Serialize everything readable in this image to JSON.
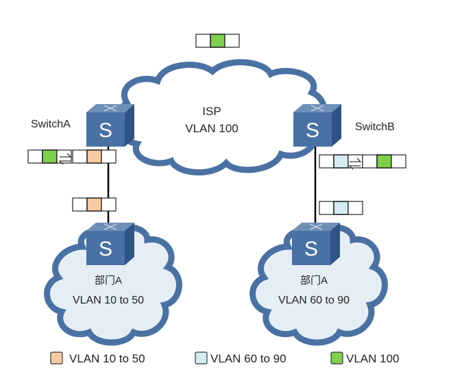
{
  "isp_cloud": {
    "title": "ISP",
    "vlan": "VLAN 100"
  },
  "switches": {
    "a": {
      "label": "SwitchA",
      "glyph": "S"
    },
    "b": {
      "label": "SwitchB",
      "glyph": "S"
    },
    "dept_left": {
      "glyph": "S"
    },
    "dept_right": {
      "glyph": "S"
    }
  },
  "departments": {
    "left": {
      "name": "部门A",
      "vlan": "VLAN 10 to 50"
    },
    "right": {
      "name": "部门A",
      "vlan": "VLAN 60 to 90"
    }
  },
  "legend": [
    {
      "label": "VLAN 10 to 50",
      "color": "#f9c9a0"
    },
    {
      "label": "VLAN 60 to 90",
      "color": "#d4ecf2"
    },
    {
      "label": "VLAN 100",
      "color": "#7ed14b"
    }
  ],
  "colors": {
    "switch_top": "#6e8fb8",
    "switch_front": "#4a71a3",
    "switch_side": "#2e5486",
    "cloud_outline": "#4a71a3",
    "dept_cloud_fill": "#e6eef5",
    "vlan_10_50": "#f9c9a0",
    "vlan_60_90": "#d4ecf2",
    "vlan_100": "#7ed14b"
  }
}
